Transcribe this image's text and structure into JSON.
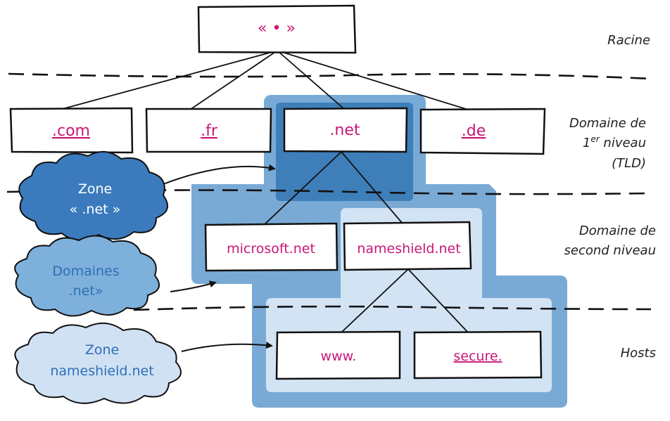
{
  "colors": {
    "node_text": "#c8177a",
    "zone_dark": "#3e7fba",
    "zone_mid": "#79aad6",
    "zone_light": "#d2e3f3",
    "cloud_dark": "#3b7bbd",
    "cloud_mid": "#7eb0dc",
    "cloud_light": "#cfe1f3",
    "cloud_text_light": "#ffffff",
    "cloud_text_blue": "#2f6fb5"
  },
  "nodes": {
    "root": "« • »",
    "tld": [
      ".com",
      ".fr",
      ".net",
      ".de"
    ],
    "second_level": [
      "microsoft.net",
      "nameshield.net"
    ],
    "hosts": [
      "www.",
      "secure."
    ]
  },
  "levels": {
    "root": "Racine",
    "tld": [
      "Domaine de",
      "1er niveau",
      "(TLD)"
    ],
    "second_level": [
      "Domaine de",
      "second niveau"
    ],
    "hosts": "Hosts"
  },
  "clouds": {
    "zone_net": [
      "Zone",
      "« .net »"
    ],
    "domaines_net": [
      "Domaines",
      ".net»"
    ],
    "zone_nameshield": [
      "Zone",
      "nameshield.net"
    ]
  }
}
